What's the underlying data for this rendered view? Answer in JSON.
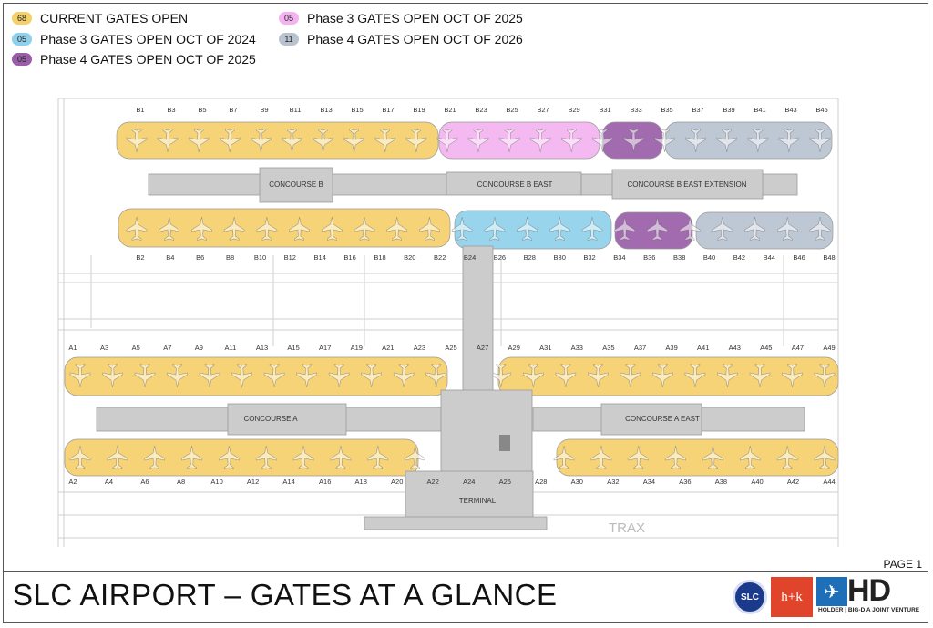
{
  "legend": [
    {
      "count": "68",
      "label": "CURRENT GATES OPEN",
      "color": "#f5cf6a"
    },
    {
      "count": "05",
      "label": "Phase 3 GATES OPEN OCT OF 2024",
      "color": "#8fd0ea"
    },
    {
      "count": "05",
      "label": "Phase 4 GATES OPEN OCT OF 2025",
      "color": "#9a5ea8"
    },
    {
      "count": "05",
      "label": "Phase 3 GATES OPEN OCT OF 2025",
      "color": "#f4b3f0"
    },
    {
      "count": "11",
      "label": "Phase 4 GATES OPEN OCT OF 2026",
      "color": "#b9c3d0"
    }
  ],
  "concourses": {
    "b": "CONCOURSE B",
    "b_east": "CONCOURSE B EAST",
    "b_east_ext": "CONCOURSE B EAST EXTENSION",
    "a": "CONCOURSE A",
    "a_east": "CONCOURSE A EAST",
    "terminal": "TERMINAL",
    "trax": "TRAX"
  },
  "gates": {
    "b_top": [
      "B1",
      "B3",
      "B5",
      "B7",
      "B9",
      "B11",
      "B13",
      "B15",
      "B17",
      "B19",
      "B21",
      "B23",
      "B25",
      "B27",
      "B29",
      "B31",
      "B33",
      "B35",
      "B37",
      "B39",
      "B41",
      "B43",
      "B45"
    ],
    "b_bottom": [
      "B2",
      "B4",
      "B6",
      "B8",
      "B10",
      "B12",
      "B14",
      "B16",
      "B18",
      "B20",
      "B22",
      "B24",
      "B26",
      "B28",
      "B30",
      "B32",
      "B34",
      "B36",
      "B38",
      "B40",
      "B42",
      "B44",
      "B46",
      "B48"
    ],
    "a_top": [
      "A1",
      "A3",
      "A5",
      "A7",
      "A9",
      "A11",
      "A13",
      "A15",
      "A17",
      "A19",
      "A21",
      "A23",
      "A25",
      "A27",
      "A29",
      "A31",
      "A33",
      "A35",
      "A37",
      "A39",
      "A41",
      "A43",
      "A45",
      "A47",
      "A49"
    ],
    "a_bottom": [
      "A2",
      "A4",
      "A6",
      "A8",
      "A10",
      "A12",
      "A14",
      "A16",
      "A18",
      "A20",
      "A22",
      "A24",
      "A26",
      "A28",
      "A30",
      "A32",
      "A34",
      "A36",
      "A38",
      "A40",
      "A42",
      "A44"
    ]
  },
  "page": "PAGE 1",
  "title": "SLC AIRPORT – GATES AT A GLANCE",
  "logos": {
    "slc": "SLC",
    "hk": "h+k",
    "hd": "HD",
    "hd_sub": "HOLDER | BIG-D A JOINT VENTURE"
  }
}
